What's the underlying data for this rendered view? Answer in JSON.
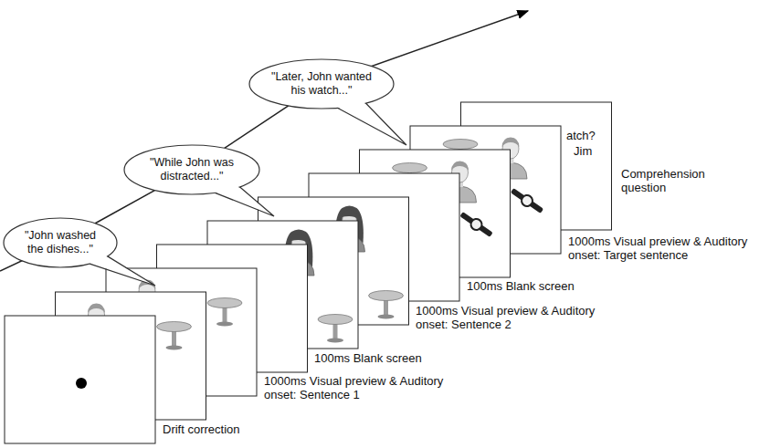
{
  "diagram": {
    "nodes": [
      {
        "text": [
          "\"John washed the dishes...\""
        ]
      },
      {
        "text": [
          "\"While John was distracted...\""
        ]
      },
      {
        "text": [
          "\"Later, John wanted his watch...\""
        ]
      }
    ],
    "edges": [
      {
        "from": 0,
        "to": 1,
        "arrow": "none"
      },
      {
        "from": 1,
        "to": 2,
        "arrow": "none"
      }
    ],
    "labels": [
      "Drift correction",
      "1000ms Visual preview & Auditory onset: Sentence 1",
      "100ms Blank screen",
      "1000ms Visual preview & Auditory onset: Sentence 2",
      "100ms Blank screen",
      "1000ms Visual preview & Auditory onset: Target sentence",
      "atch?",
      "Jim",
      "Comprehension question"
    ]
  }
}
